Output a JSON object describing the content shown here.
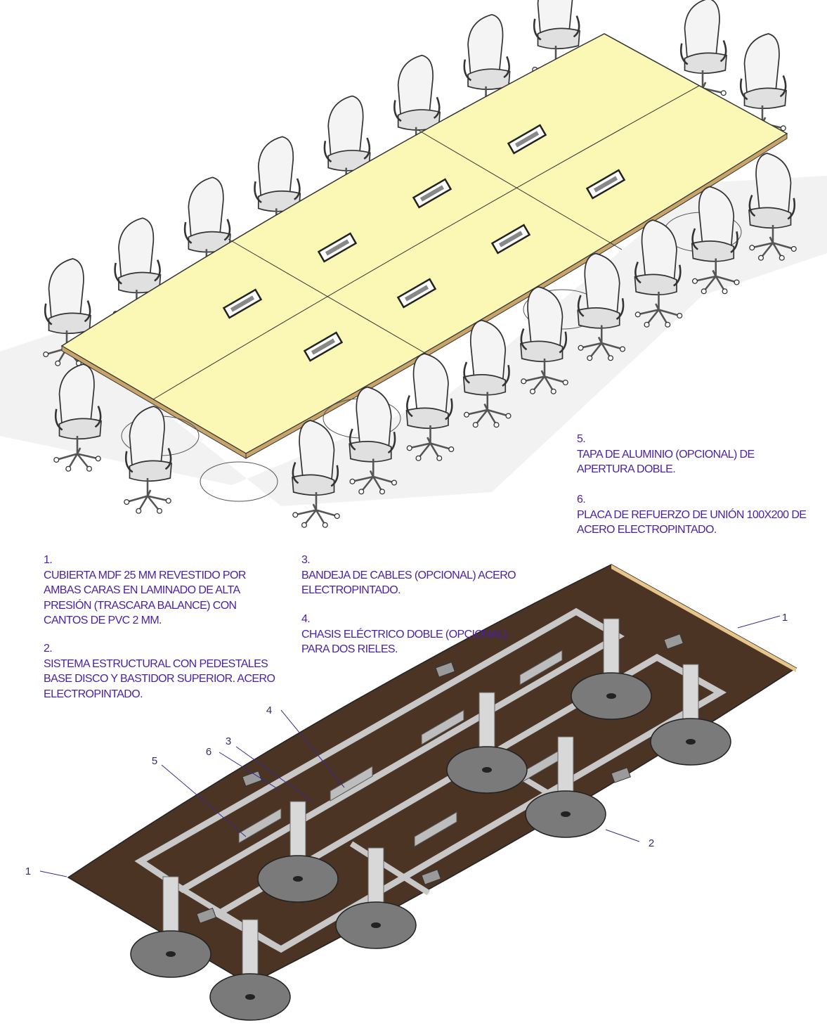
{
  "notes": [
    {
      "number": "1.",
      "text": "CUBIERTA MDF 25 MM REVESTIDO POR\nAMBAS CARAS EN LAMINADO DE ALTA\nPRESIÓN (TRASCARA BALANCE) CON\nCANTOS DE PVC 2 MM."
    },
    {
      "number": "2.",
      "text": "SISTEMA ESTRUCTURAL CON PEDESTALES\nBASE DISCO Y BASTIDOR SUPERIOR. ACERO\nELECTROPINTADO."
    },
    {
      "number": "3.",
      "text": "BANDEJA DE CABLES (OPCIONAL) ACERO\nELECTROPINTADO."
    },
    {
      "number": "4.",
      "text": "CHASIS ELÉCTRICO DOBLE (OPCIONAL)\nPARA DOS RIELES."
    },
    {
      "number": "5.",
      "text": "TAPA DE ALUMINIO (OPCIONAL) DE\nAPERTURA DOBLE."
    },
    {
      "number": "6.",
      "text": "PLACA DE REFUERZO DE UNIÓN 100X200 DE\nACERO ELECTROPINTADO."
    }
  ],
  "callouts": [
    "1",
    "1",
    "2",
    "3",
    "4",
    "5",
    "6"
  ],
  "colors": {
    "tabletop": "#fbf8b6",
    "underside": "#4b3424",
    "text": "#4a1fa6",
    "steel": "#c8c8c8",
    "disc": "#7a7a7a"
  }
}
